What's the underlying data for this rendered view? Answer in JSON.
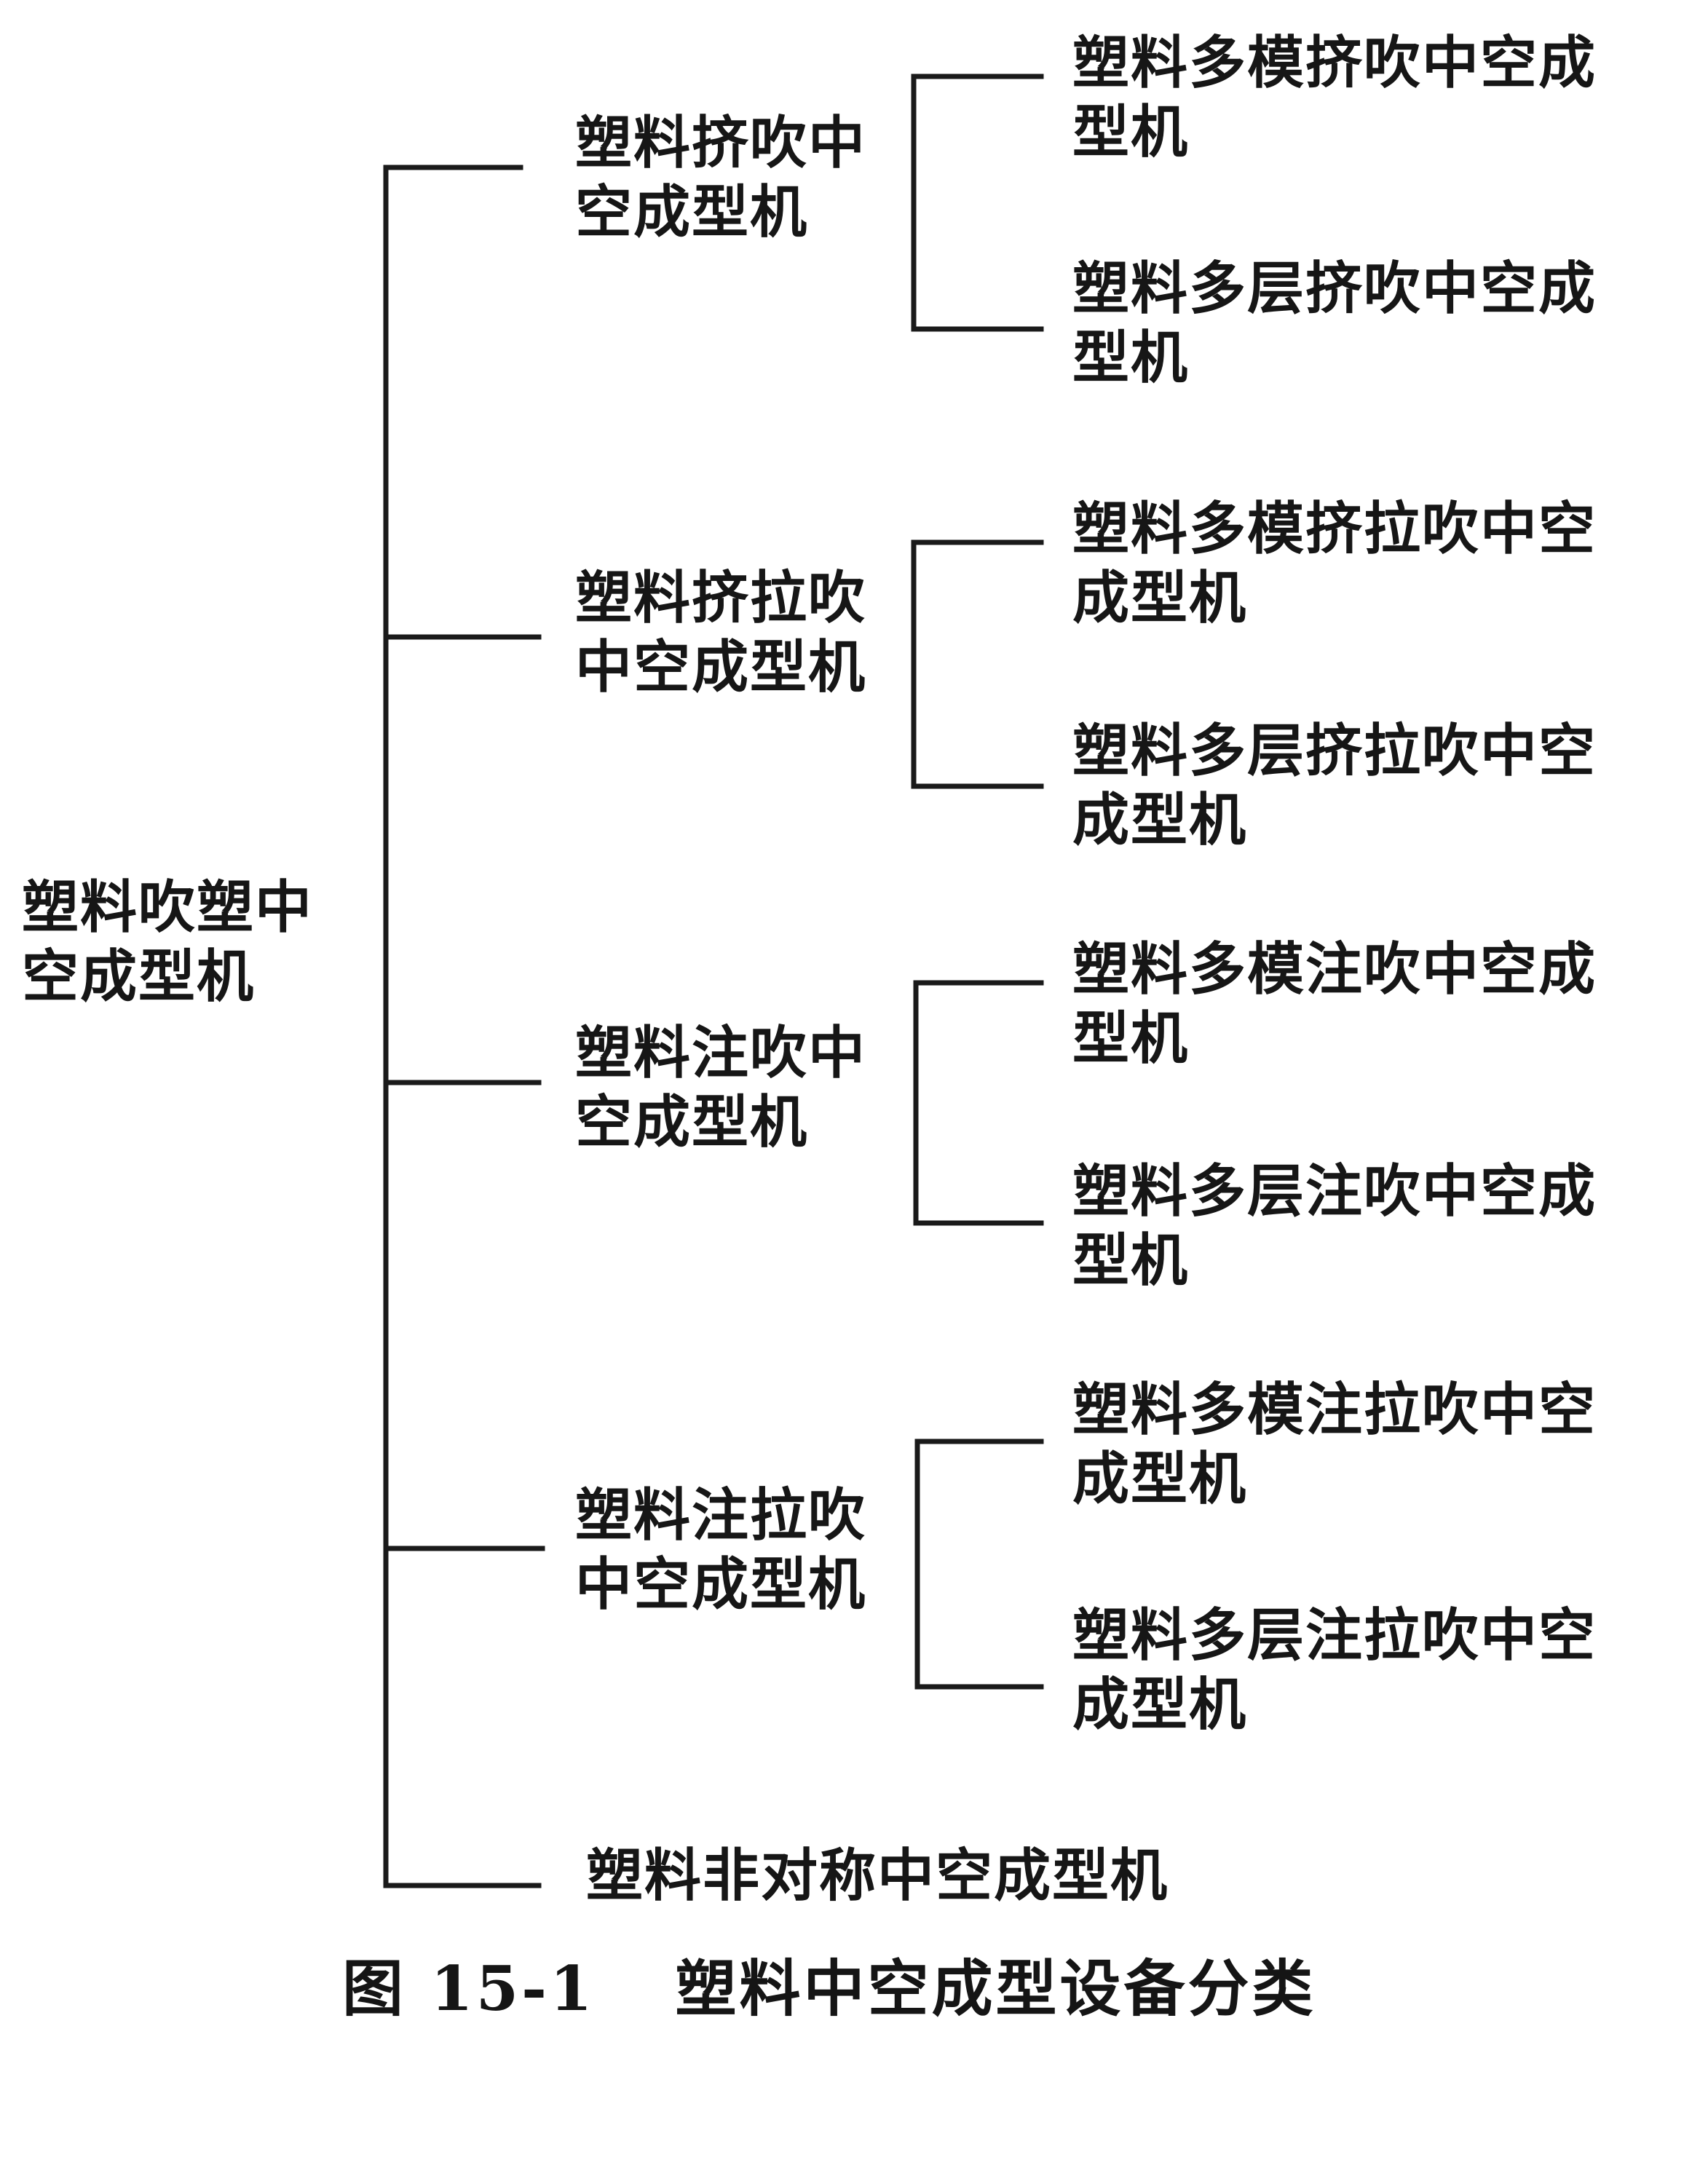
{
  "diagram": {
    "root": "塑料吹塑中空成型机",
    "categories": [
      {
        "label": "塑料挤吹中空成型机",
        "children": [
          "塑料多模挤吹中空成型机",
          "塑料多层挤吹中空成型机"
        ]
      },
      {
        "label": "塑料挤拉吹中空成型机",
        "children": [
          "塑料多模挤拉吹中空成型机",
          "塑料多层挤拉吹中空成型机"
        ]
      },
      {
        "label": "塑料注吹中空成型机",
        "children": [
          "塑料多模注吹中空成型机",
          "塑料多层注吹中空成型机"
        ]
      },
      {
        "label": "塑料注拉吹中空成型机",
        "children": [
          "塑料多模注拉吹中空成型机",
          "塑料多层注拉吹中空成型机"
        ]
      },
      {
        "label": "塑料非对称中空成型机",
        "children": []
      }
    ]
  },
  "caption": {
    "figure_number": "图 15-1",
    "title": "塑料中空成型设备分类"
  },
  "colors": {
    "line": "#1a1a1a",
    "text": "#161616",
    "background": "#ffffff"
  }
}
